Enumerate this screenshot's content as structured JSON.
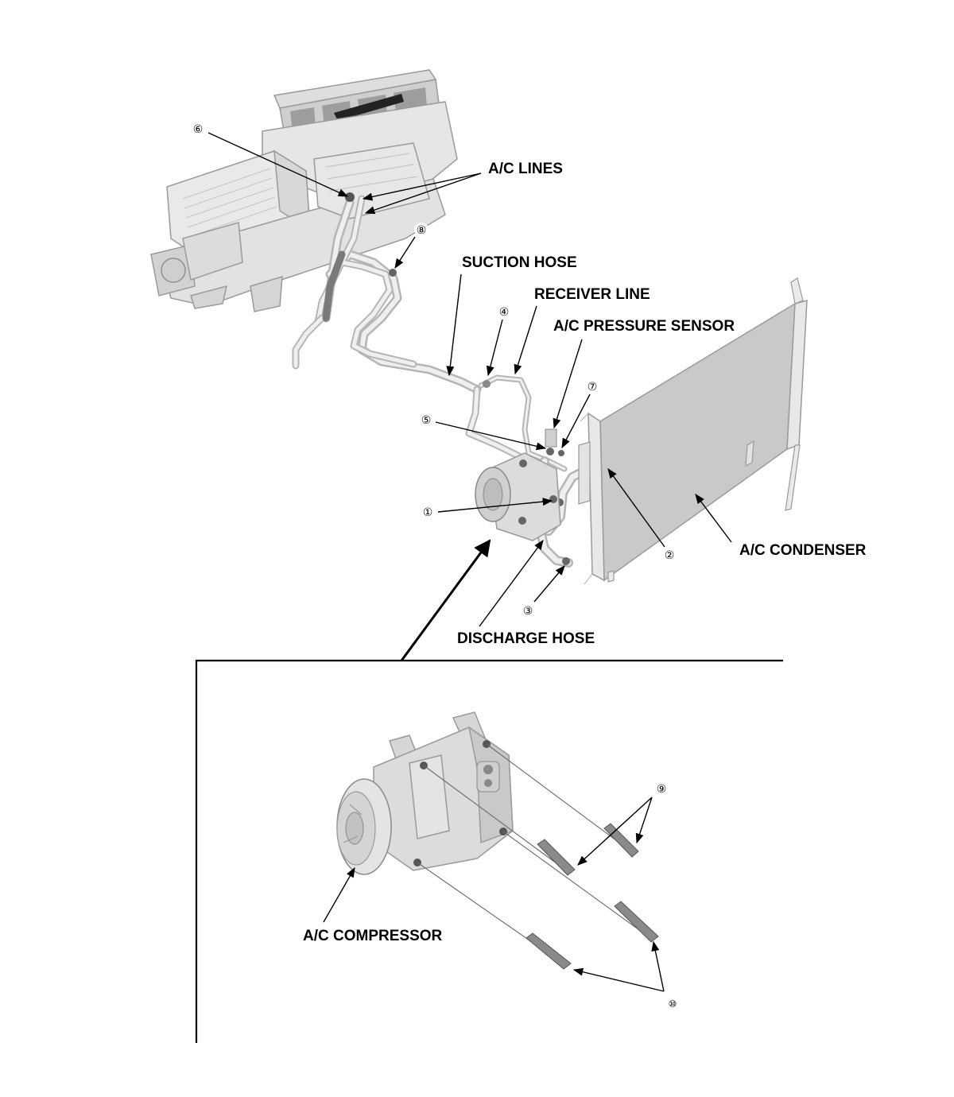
{
  "labels": {
    "ac_lines": "A/C LINES",
    "suction_hose": "SUCTION HOSE",
    "receiver_line": "RECEIVER LINE",
    "pressure_sensor": "A/C PRESSURE SENSOR",
    "condenser": "A/C CONDENSER",
    "discharge_hose": "DISCHARGE HOSE",
    "compressor": "A/C COMPRESSOR"
  },
  "callouts": {
    "c1": "①",
    "c2": "②",
    "c3": "③",
    "c4": "④",
    "c5": "⑤",
    "c6": "⑥",
    "c7": "⑦",
    "c8": "⑧",
    "c9": "⑨",
    "c10": "⑩"
  }
}
